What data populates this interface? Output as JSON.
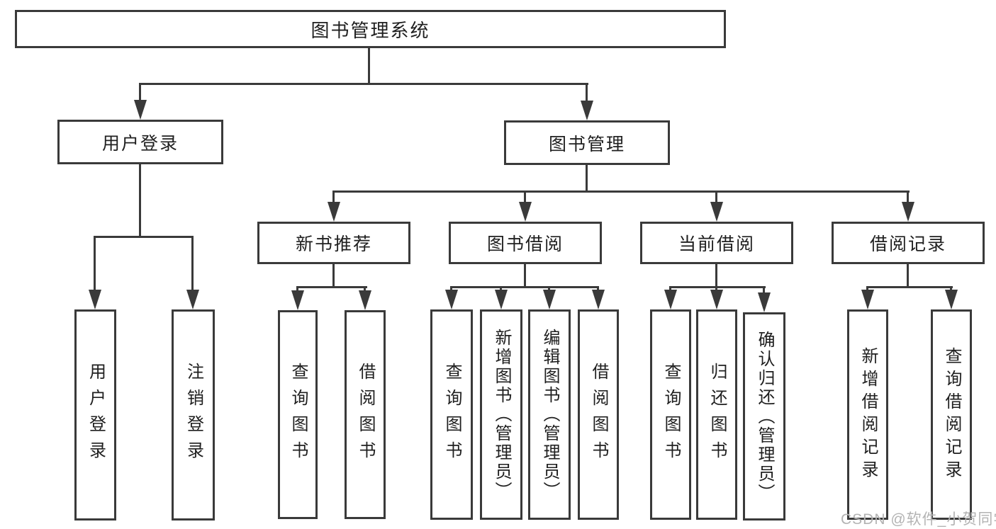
{
  "diagram": {
    "root": {
      "label": "图书管理系统"
    },
    "branches": [
      {
        "label": "用户登录",
        "children": [
          {
            "label": "用户登录"
          },
          {
            "label": "注销登录"
          }
        ]
      },
      {
        "label": "图书管理",
        "children": [
          {
            "label": "新书推荐",
            "children": [
              {
                "label": "查询图书"
              },
              {
                "label": "借阅图书"
              }
            ]
          },
          {
            "label": "图书借阅",
            "children": [
              {
                "label": "查询图书"
              },
              {
                "label": "新增图书（管理员）"
              },
              {
                "label": "编辑图书（管理员）"
              },
              {
                "label": "借阅图书"
              }
            ]
          },
          {
            "label": "当前借阅",
            "children": [
              {
                "label": "查询图书"
              },
              {
                "label": "归还图书"
              },
              {
                "label": "确认归还（管理员）"
              }
            ]
          },
          {
            "label": "借阅记录",
            "children": [
              {
                "label": "新增借阅记录"
              },
              {
                "label": "查询借阅记录"
              }
            ]
          }
        ]
      }
    ]
  },
  "watermark": {
    "text": "CSDN @软件_小贺同学"
  },
  "colors": {
    "line": "#3a3a3a",
    "text": "#1f1f1f",
    "background": "#ffffff",
    "watermark": "#b3b3b3"
  }
}
